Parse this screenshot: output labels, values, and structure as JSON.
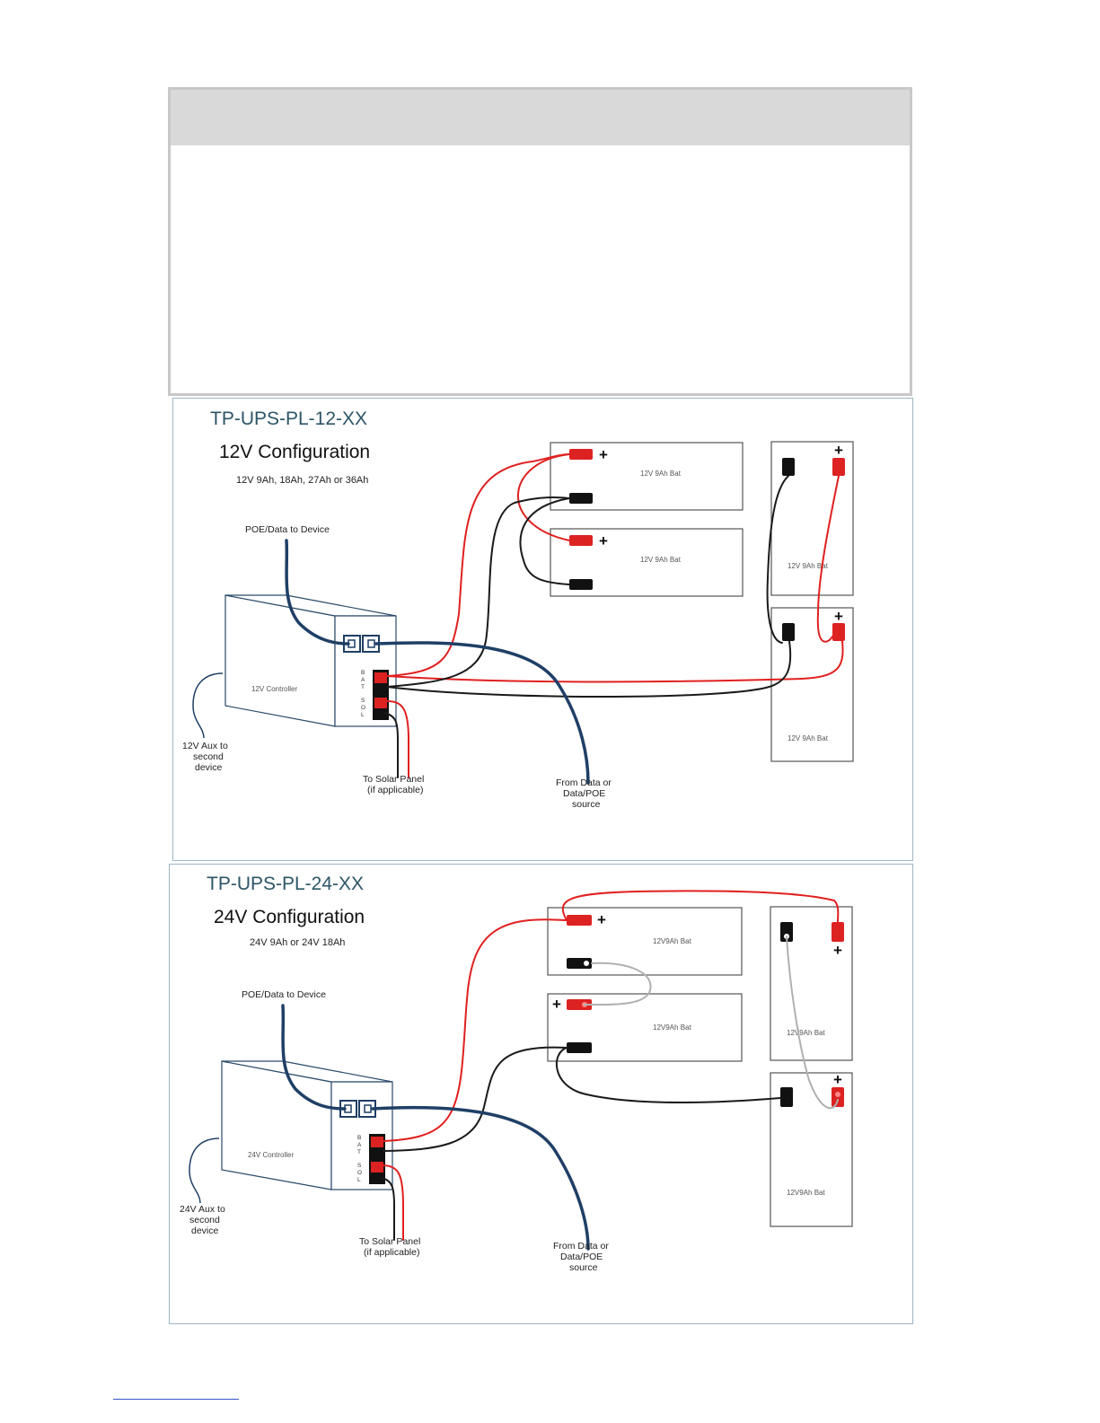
{
  "diagram_12v": {
    "model": "TP-UPS-PL-12-XX",
    "title": "12V Configuration",
    "capacities": "12V 9Ah, 18Ah, 27Ah or 36Ah",
    "poe_label": "POE/Data to Device",
    "controller": "12V Controller",
    "bat": [
      "B",
      "A",
      "T"
    ],
    "sol": [
      "S",
      "O",
      "L"
    ],
    "aux": [
      "12V Aux to",
      "second",
      "device"
    ],
    "solar": [
      "To Solar Panel",
      "(if applicable)"
    ],
    "source": [
      "From Data or",
      "Data/POE",
      "source"
    ],
    "battery": "12V 9Ah Bat",
    "plus": "+"
  },
  "diagram_24v": {
    "model": "TP-UPS-PL-24-XX",
    "title": "24V Configuration",
    "capacities": "24V 9Ah or 24V 18Ah",
    "poe_label": "POE/Data to Device",
    "controller": "24V Controller",
    "bat": [
      "B",
      "A",
      "T"
    ],
    "sol": [
      "S",
      "O",
      "L"
    ],
    "aux": [
      "24V Aux to",
      "second",
      "device"
    ],
    "solar": [
      "To Solar Panel",
      "(if applicable)"
    ],
    "source": [
      "From Data or",
      "Data/POE",
      "source"
    ],
    "battery": "12V9Ah Bat",
    "plus": "+"
  },
  "colors": {
    "data_cable": "#1f3f66",
    "positive_wire": "#e02020",
    "negative_wire": "#1a1a1a",
    "jumper_wire": "#b0b0b0"
  }
}
